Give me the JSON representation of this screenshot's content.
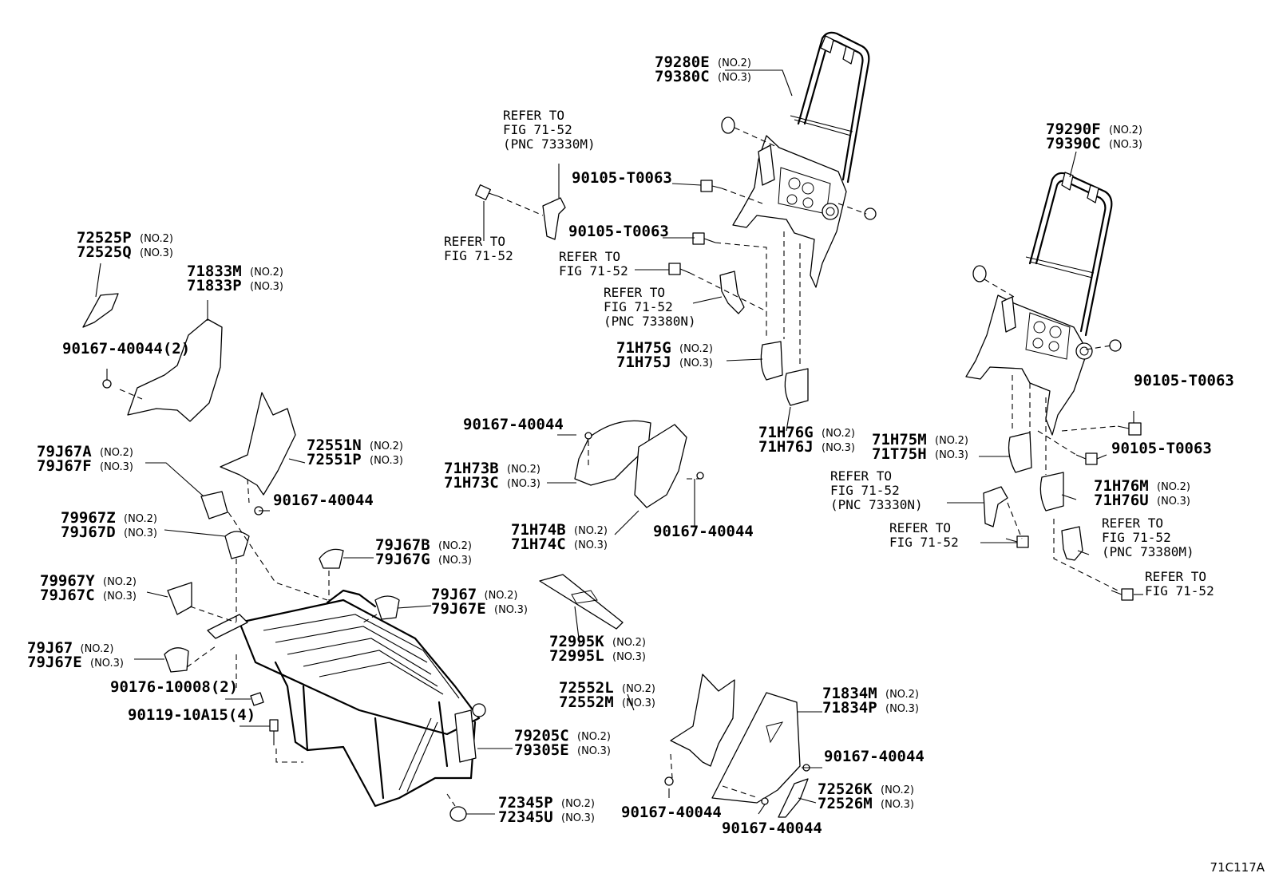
{
  "figure_id": "71C117A",
  "labels": [
    {
      "id": "l1",
      "parts": [
        {
          "pn": "79280E",
          "note": "(NO.2)"
        },
        {
          "pn": "79380C",
          "note": "(NO.3)"
        }
      ]
    },
    {
      "id": "l2",
      "parts": [
        {
          "pn": "79290F",
          "note": "(NO.2)"
        },
        {
          "pn": "79390C",
          "note": "(NO.3)"
        }
      ]
    },
    {
      "id": "l3",
      "parts": [
        {
          "pn": "72525P",
          "note": "(NO.2)"
        },
        {
          "pn": "72525Q",
          "note": "(NO.3)"
        }
      ]
    },
    {
      "id": "l4",
      "parts": [
        {
          "pn": "71833M",
          "note": "(NO.2)"
        },
        {
          "pn": "71833P",
          "note": "(NO.3)"
        }
      ]
    },
    {
      "id": "l5",
      "parts": [
        {
          "pn": "90167-40044(2)",
          "note": ""
        }
      ]
    },
    {
      "id": "l6",
      "parts": [
        {
          "pn": "72551N",
          "note": "(NO.2)"
        },
        {
          "pn": "72551P",
          "note": "(NO.3)"
        }
      ]
    },
    {
      "id": "l7",
      "parts": [
        {
          "pn": "90167-40044",
          "note": ""
        }
      ]
    },
    {
      "id": "l8",
      "parts": [
        {
          "pn": "79J67A",
          "note": "(NO.2)"
        },
        {
          "pn": "79J67F",
          "note": "(NO.3)"
        }
      ]
    },
    {
      "id": "l9",
      "parts": [
        {
          "pn": "79967Z",
          "note": "(NO.2)"
        },
        {
          "pn": "79J67D",
          "note": "(NO.3)"
        }
      ]
    },
    {
      "id": "l10",
      "parts": [
        {
          "pn": "79J67B",
          "note": "(NO.2)"
        },
        {
          "pn": "79J67G",
          "note": "(NO.3)"
        }
      ]
    },
    {
      "id": "l11",
      "parts": [
        {
          "pn": "79967Y",
          "note": "(NO.2)"
        },
        {
          "pn": "79J67C",
          "note": "(NO.3)"
        }
      ]
    },
    {
      "id": "l12",
      "parts": [
        {
          "pn": "79J67",
          "note": "(NO.2)"
        },
        {
          "pn": "79J67E",
          "note": "(NO.3)"
        }
      ]
    },
    {
      "id": "l13",
      "parts": [
        {
          "pn": "79J67",
          "note": "(NO.2)"
        },
        {
          "pn": "79J67E",
          "note": "(NO.3)"
        }
      ]
    },
    {
      "id": "l14",
      "parts": [
        {
          "pn": "90176-10008(2)",
          "note": ""
        }
      ]
    },
    {
      "id": "l15",
      "parts": [
        {
          "pn": "90119-10A15(4)",
          "note": ""
        }
      ]
    },
    {
      "id": "l16",
      "parts": [
        {
          "pn": "79205C",
          "note": "(NO.2)"
        },
        {
          "pn": "79305E",
          "note": "(NO.3)"
        }
      ]
    },
    {
      "id": "l17",
      "parts": [
        {
          "pn": "72345P",
          "note": "(NO.2)"
        },
        {
          "pn": "72345U",
          "note": "(NO.3)"
        }
      ]
    },
    {
      "id": "l18",
      "parts": [
        {
          "pn": "72995K",
          "note": "(NO.2)"
        },
        {
          "pn": "72995L",
          "note": "(NO.3)"
        }
      ]
    },
    {
      "id": "l19",
      "parts": [
        {
          "pn": "72552L",
          "note": "(NO.2)"
        },
        {
          "pn": "72552M",
          "note": "(NO.3)"
        }
      ]
    },
    {
      "id": "l20",
      "parts": [
        {
          "pn": "71834M",
          "note": "(NO.2)"
        },
        {
          "pn": "71834P",
          "note": "(NO.3)"
        }
      ]
    },
    {
      "id": "l21",
      "parts": [
        {
          "pn": "90167-40044",
          "note": ""
        }
      ]
    },
    {
      "id": "l22",
      "parts": [
        {
          "pn": "72526K",
          "note": "(NO.2)"
        },
        {
          "pn": "72526M",
          "note": "(NO.3)"
        }
      ]
    },
    {
      "id": "l23",
      "parts": [
        {
          "pn": "90167-40044",
          "note": ""
        }
      ]
    },
    {
      "id": "l24",
      "parts": [
        {
          "pn": "90167-40044",
          "note": ""
        }
      ]
    },
    {
      "id": "l25",
      "parts": [
        {
          "pn": "90167-40044",
          "note": ""
        }
      ]
    },
    {
      "id": "l26",
      "parts": [
        {
          "pn": "71H73B",
          "note": "(NO.2)"
        },
        {
          "pn": "71H73C",
          "note": "(NO.3)"
        }
      ]
    },
    {
      "id": "l27",
      "parts": [
        {
          "pn": "71H74B",
          "note": "(NO.2)"
        },
        {
          "pn": "71H74C",
          "note": "(NO.3)"
        }
      ]
    },
    {
      "id": "l28",
      "parts": [
        {
          "pn": "90167-40044",
          "note": ""
        }
      ]
    },
    {
      "id": "l29",
      "parts": [
        {
          "pn": "90105-T0063",
          "note": ""
        }
      ]
    },
    {
      "id": "l30",
      "parts": [
        {
          "pn": "90105-T0063",
          "note": ""
        }
      ]
    },
    {
      "id": "l31",
      "parts": [
        {
          "pn": "71H75G",
          "note": "(NO.2)"
        },
        {
          "pn": "71H75J",
          "note": "(NO.3)"
        }
      ]
    },
    {
      "id": "l32",
      "parts": [
        {
          "pn": "71H76G",
          "note": "(NO.2)"
        },
        {
          "pn": "71H76J",
          "note": "(NO.3)"
        }
      ]
    },
    {
      "id": "l33",
      "parts": [
        {
          "pn": "90105-T0063",
          "note": ""
        }
      ]
    },
    {
      "id": "l34",
      "parts": [
        {
          "pn": "90105-T0063",
          "note": ""
        }
      ]
    },
    {
      "id": "l35",
      "parts": [
        {
          "pn": "71H75M",
          "note": "(NO.2)"
        },
        {
          "pn": "71T75H",
          "note": "(NO.3)"
        }
      ]
    },
    {
      "id": "l36",
      "parts": [
        {
          "pn": "71H76M",
          "note": "(NO.2)"
        },
        {
          "pn": "71H76U",
          "note": "(NO.3)"
        }
      ]
    }
  ],
  "refers": [
    {
      "id": "r1",
      "lines": [
        "REFER TO",
        "FIG 71-52",
        "(PNC 73330M)"
      ]
    },
    {
      "id": "r2",
      "lines": [
        "REFER TO",
        "FIG 71-52"
      ]
    },
    {
      "id": "r3",
      "lines": [
        "REFER TO",
        "FIG 71-52"
      ]
    },
    {
      "id": "r4",
      "lines": [
        "REFER TO",
        "FIG 71-52",
        "(PNC 73380N)"
      ]
    },
    {
      "id": "r5",
      "lines": [
        "REFER TO",
        "FIG 71-52",
        "(PNC 73330N)"
      ]
    },
    {
      "id": "r6",
      "lines": [
        "REFER TO",
        "FIG 71-52"
      ]
    },
    {
      "id": "r7",
      "lines": [
        "REFER TO",
        "FIG 71-52",
        "(PNC 73380M)"
      ]
    },
    {
      "id": "r8",
      "lines": [
        "REFER TO",
        "FIG 71-52"
      ]
    }
  ]
}
